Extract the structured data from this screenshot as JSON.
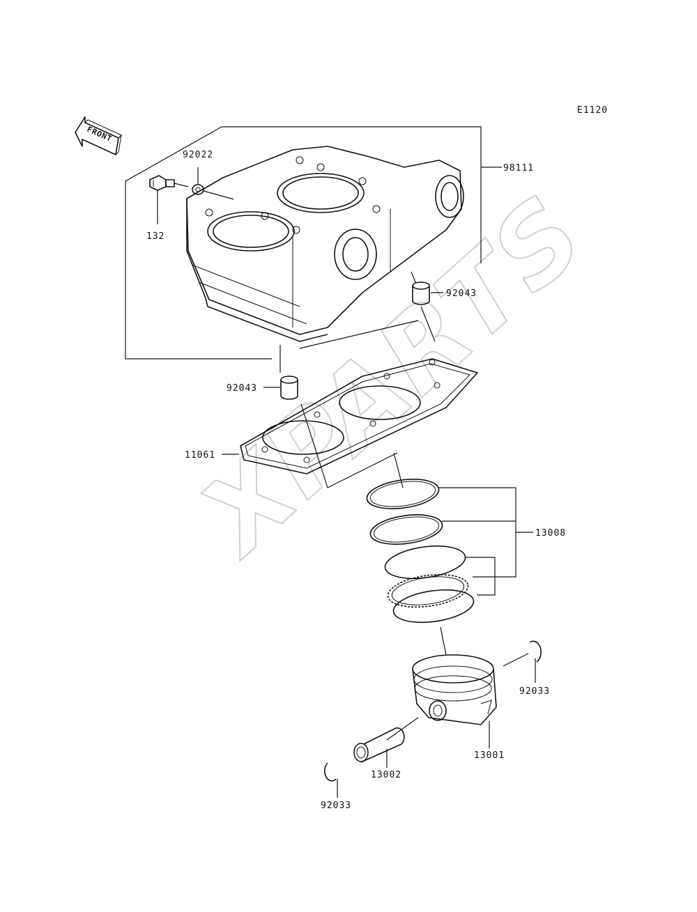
{
  "diagram": {
    "code": "E1120",
    "front_label": "FRONT",
    "watermark": "XPARTS",
    "parts": {
      "cylinder": "98111",
      "washer": "92022",
      "bolt": "132",
      "dowel_upper": "92043",
      "dowel_lower": "92043",
      "gasket": "11061",
      "ring_set": "13008",
      "piston": "13001",
      "pin": "13002",
      "clip_right": "92033",
      "clip_left": "92033"
    }
  }
}
